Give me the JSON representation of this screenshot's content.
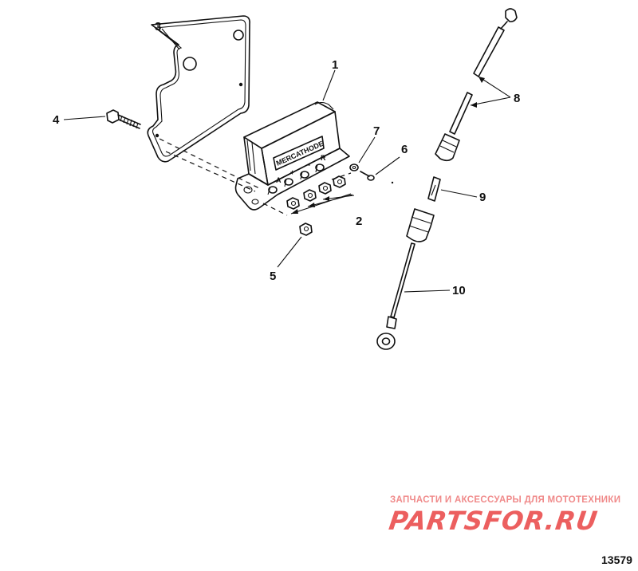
{
  "diagram": {
    "callouts": [
      "1",
      "2",
      "3",
      "4",
      "5",
      "6",
      "7",
      "8",
      "9",
      "10"
    ],
    "unit_brand": "MERCATHODE",
    "terminal_labels": [
      "A",
      "+",
      "−",
      "R"
    ],
    "drawing_number": "13579"
  },
  "watermark": {
    "caption": "ЗАПЧАСТИ И АКСЕССУАРЫ ДЛЯ МОТОТЕХНИКИ",
    "logo": "PARTSFOR.RU",
    "color": "#ec5f5f"
  }
}
